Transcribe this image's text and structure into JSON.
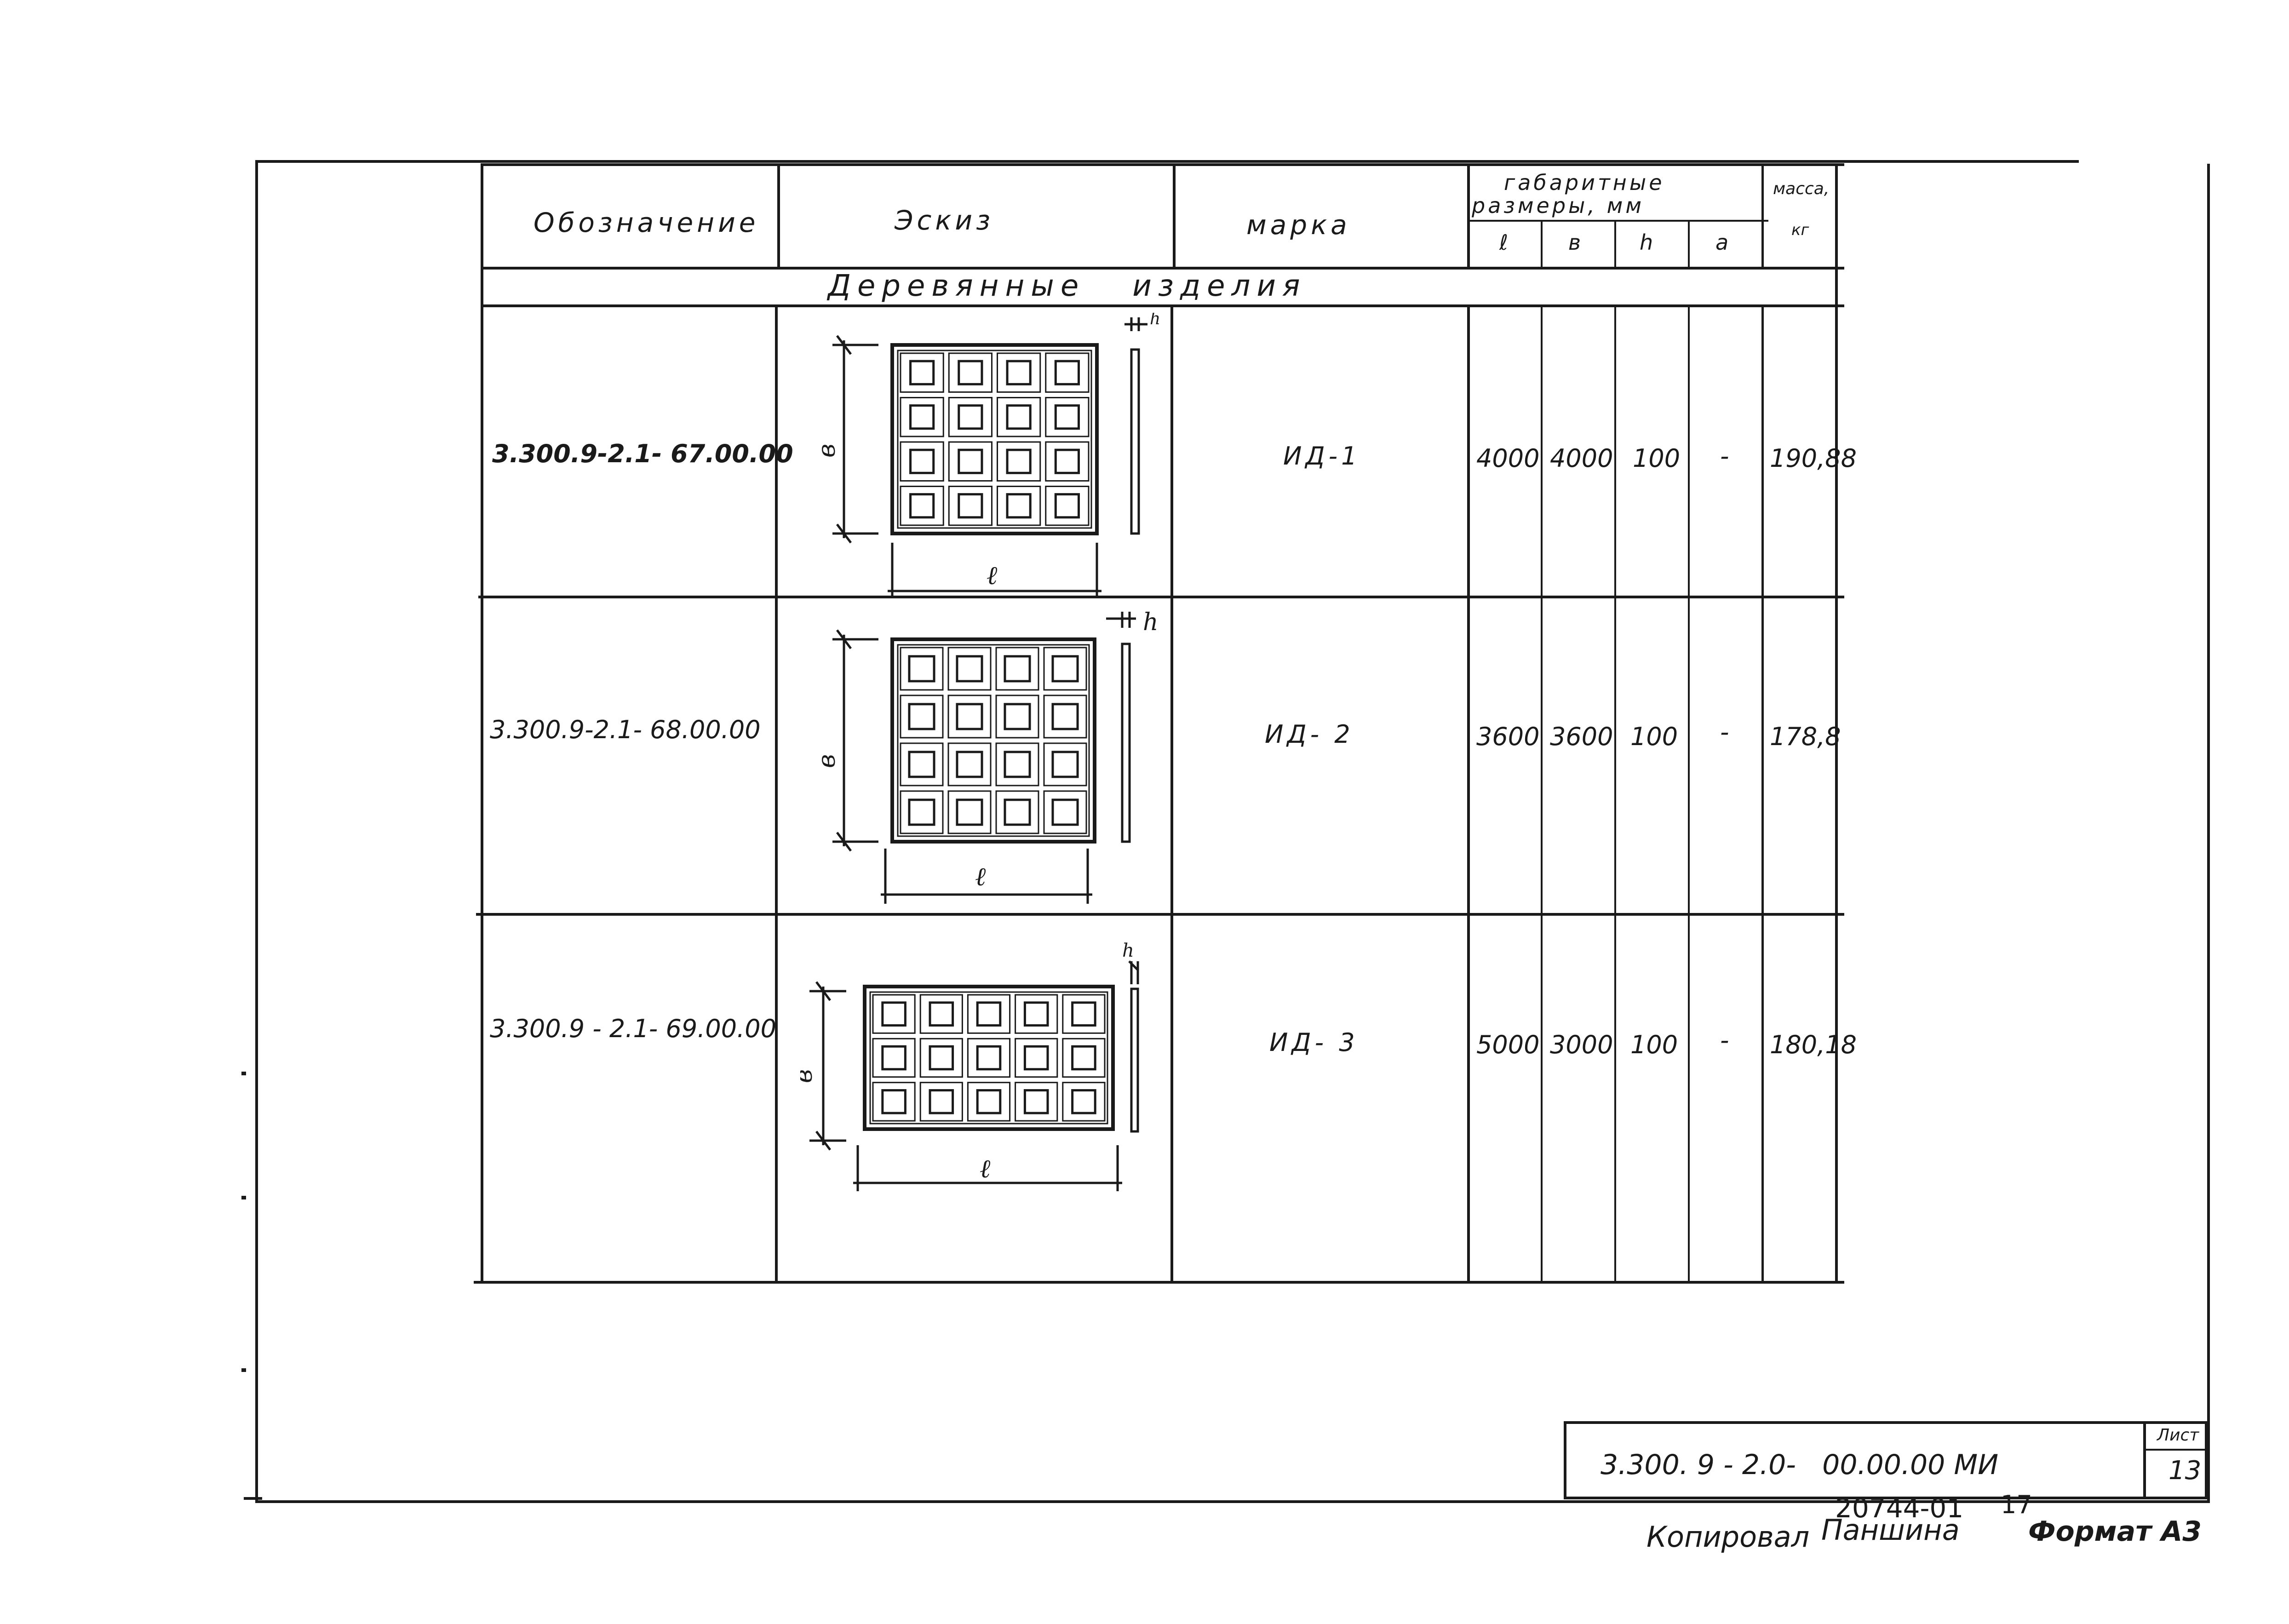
{
  "header": {
    "designation": "Обозначение",
    "sketch": "Эскиз",
    "mark": "марка",
    "overall_dims_line1": "габаритные",
    "overall_dims_line2": "размеры, мм",
    "mass_line1": "масса,",
    "mass_line2": "кг",
    "dim_l": "ℓ",
    "dim_b": "в",
    "dim_h": "h",
    "dim_a": "a"
  },
  "section_title": "Деревянные   изделия",
  "rows": [
    {
      "designation": "3.300.9-2.1- 67.00.00",
      "mark": "ИД-1",
      "l": "4000",
      "b": "4000",
      "h": "100",
      "a": "-",
      "mass": "190,88",
      "sketch_b": "в",
      "sketch_l": "ℓ",
      "sketch_h": "h"
    },
    {
      "designation": "3.300.9-2.1- 68.00.00",
      "mark": "ИД- 2",
      "l": "3600",
      "b": "3600",
      "h": "100",
      "a": "-",
      "mass": "178,8",
      "sketch_b": "в",
      "sketch_l": "ℓ",
      "sketch_h": "h"
    },
    {
      "designation": "3.300.9 - 2.1- 69.00.00",
      "mark": "ИД- 3",
      "l": "5000",
      "b": "3000",
      "h": "100",
      "a": "-",
      "mass": "180,18",
      "sketch_b": "в",
      "sketch_l": "ℓ",
      "sketch_h": "h"
    }
  ],
  "stamp": {
    "doc_code": "3.300. 9 - 2.0-   00.00.00 МИ",
    "sheet_label": "Лист",
    "sheet_number": "13"
  },
  "footer": {
    "copied_label": "Копировал",
    "copied_name": "Паншина",
    "order_number": "20744-01",
    "order_suffix": "17",
    "format": "Формат А3"
  }
}
